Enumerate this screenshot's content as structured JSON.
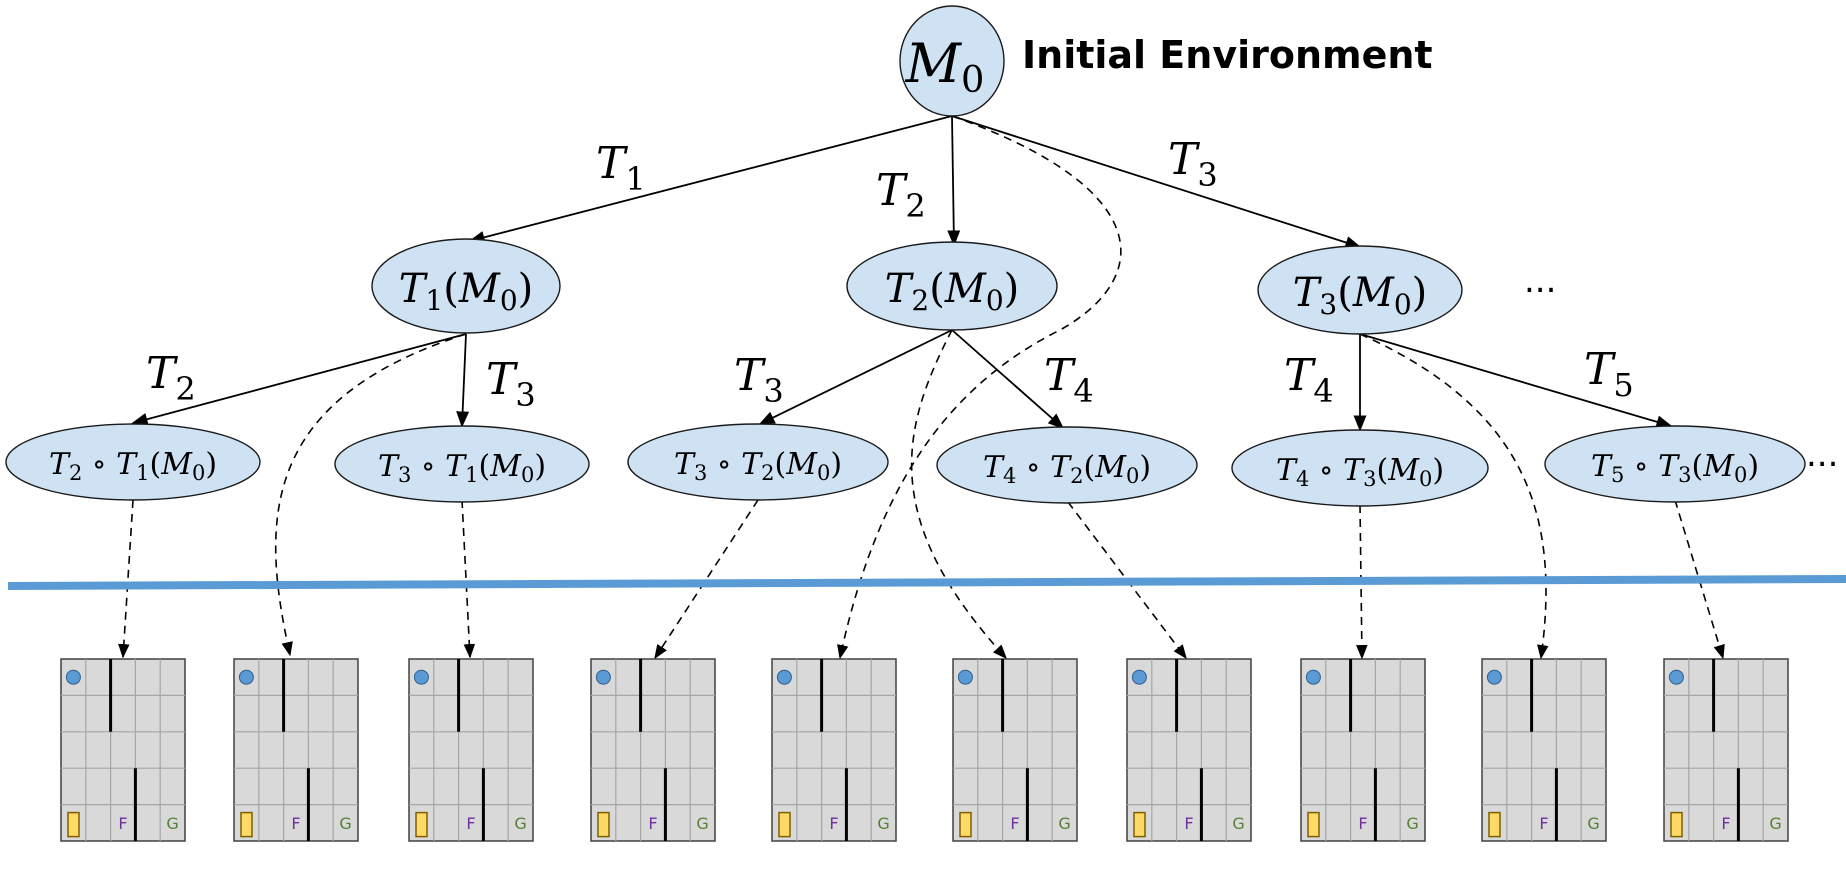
{
  "root": {
    "main": "M",
    "sub": "0",
    "caption": "Initial Environment"
  },
  "level1": [
    {
      "t": "1",
      "label_sub": "1"
    },
    {
      "t": "2",
      "label_sub": "2"
    },
    {
      "t": "3",
      "label_sub": "3"
    }
  ],
  "edge_labels_level1": [
    "1",
    "2",
    "3"
  ],
  "level2": [
    {
      "outer": "2",
      "inner": "1"
    },
    {
      "outer": "3",
      "inner": "1"
    },
    {
      "outer": "3",
      "inner": "2"
    },
    {
      "outer": "4",
      "inner": "2"
    },
    {
      "outer": "4",
      "inner": "3"
    },
    {
      "outer": "5",
      "inner": "3"
    }
  ],
  "edge_labels_level2": [
    "2",
    "3",
    "3",
    "4",
    "4",
    "5"
  ],
  "ellipsis": [
    "...",
    "..."
  ],
  "grid_labels": {
    "f": "F",
    "g": "G"
  },
  "grid_count": 10,
  "colors": {
    "node_fill": "#cfe2f3",
    "divider": "#5b9bd5",
    "grid_bg": "#d9d9d9",
    "agent": "#5b9bd5",
    "box": "#ffd966",
    "f_label": "#7030a0",
    "g_label": "#548235"
  }
}
